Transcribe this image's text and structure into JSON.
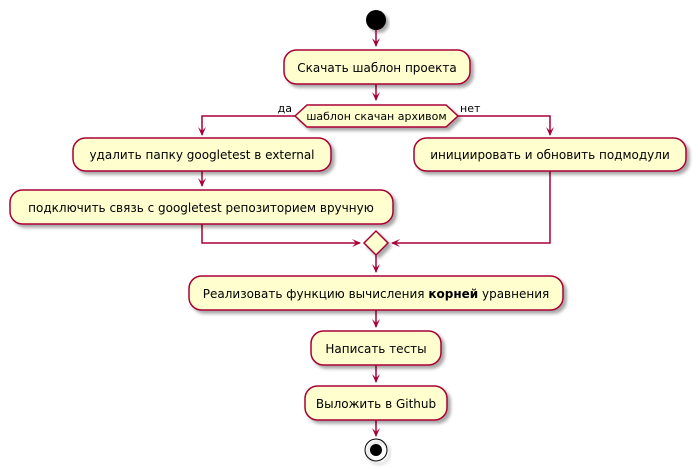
{
  "diagram": {
    "activities": {
      "download": "Скачать шаблон проекта",
      "delete_folder": "удалить папку googletest в external",
      "connect_repo": "подключить связь с googletest репозиторием вручную",
      "init_submodules": "инициировать и обновить подмодули",
      "implement_prefix": "Реализовать функцию вычисления ",
      "implement_bold": "корней",
      "implement_suffix": " уравнения",
      "write_tests": "Написать тесты",
      "publish": "Выложить в Github"
    },
    "decision": {
      "question": "шаблон скачан архивом",
      "yes_label": "да",
      "no_label": "нет"
    },
    "colors": {
      "activity_fill": "#FEFECE",
      "border": "#A80036",
      "node": "#000000"
    }
  }
}
